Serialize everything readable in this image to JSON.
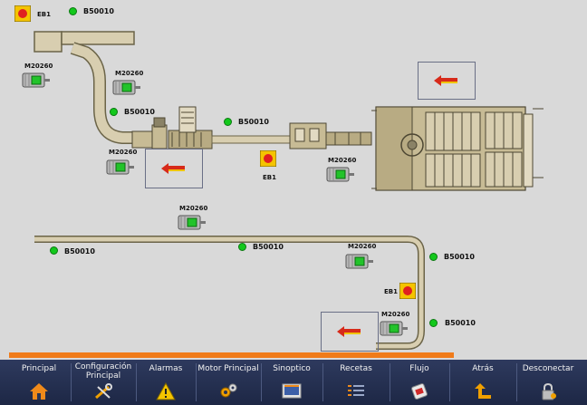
{
  "labels": {
    "eb1_top": "EB1",
    "b_top": "B50010",
    "m_left1": "M20260",
    "m_mid1": "M20260",
    "b_mid1": "B50010",
    "b_mid2": "B50010",
    "m_left2": "M20260",
    "eb1_mid": "EB1",
    "m_mid2": "M20260",
    "m_low1": "M20260",
    "b_low_left": "B50010",
    "b_low_mid": "B50010",
    "m_low2": "M20260",
    "b_low_right1": "B50010",
    "eb1_low": "EB1",
    "m_low3": "M20260",
    "b_low_right2": "B50010"
  },
  "nav": [
    {
      "label": "Principal",
      "icon": "home-icon"
    },
    {
      "label": "Configuración Principal",
      "icon": "wrench-icon"
    },
    {
      "label": "Alarmas",
      "icon": "warning-icon"
    },
    {
      "label": "Motor Principal",
      "icon": "gears-icon"
    },
    {
      "label": "Sinoptico",
      "icon": "monitor-icon"
    },
    {
      "label": "Recetas",
      "icon": "list-icon"
    },
    {
      "label": "Flujo",
      "icon": "flow-icon"
    },
    {
      "label": "Atrás",
      "icon": "back-arrow-icon"
    },
    {
      "label": "Desconectar",
      "icon": "padlock-icon"
    }
  ],
  "colors": {
    "conveyor_fill": "#d8ceb0",
    "conveyor_stroke": "#6b6448",
    "sensor_on": "#13c81c",
    "toolbar_bg": "#233052",
    "accent": "#f07b1a"
  }
}
